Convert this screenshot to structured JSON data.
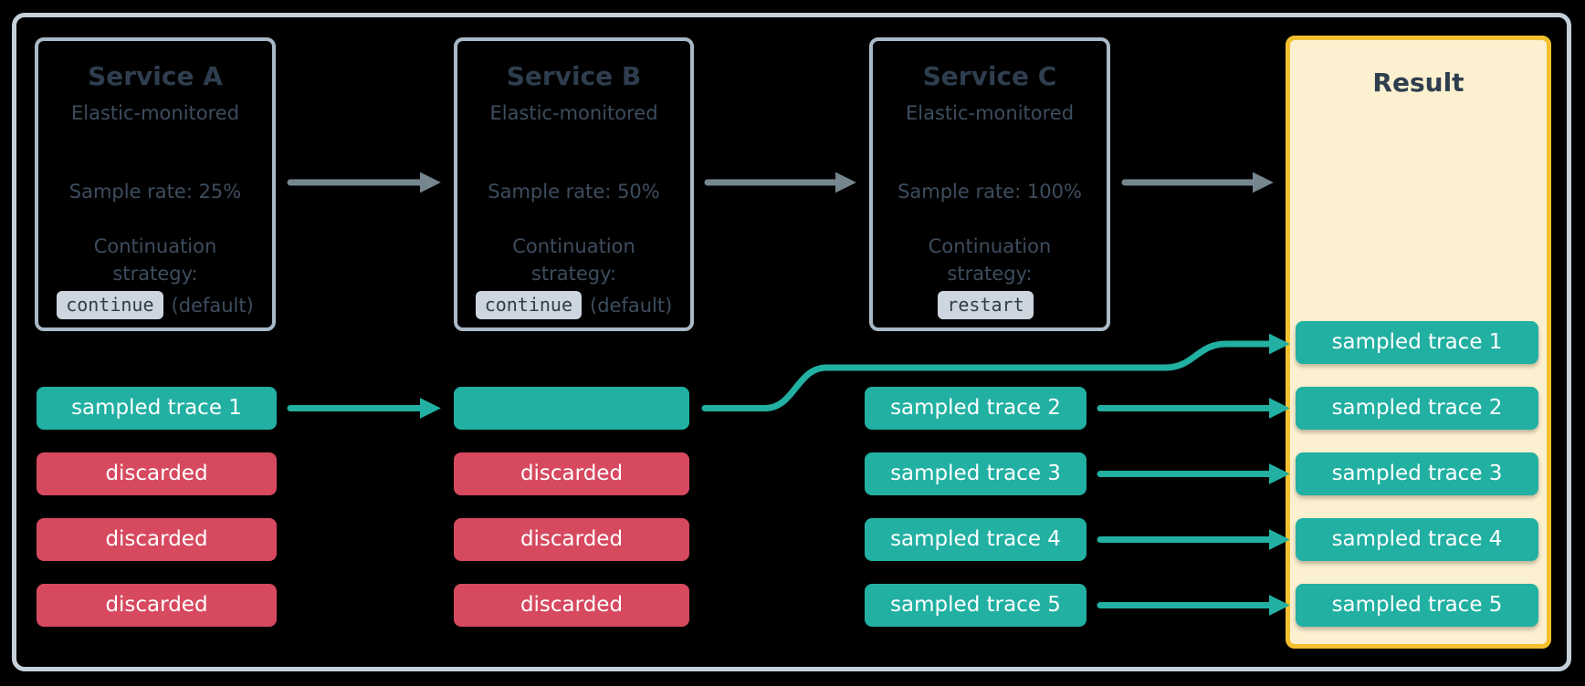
{
  "colors": {
    "teal": "#21B0A2",
    "red": "#D6495F",
    "cream": "#FBF0CF",
    "amber": "#F3C12F",
    "box-border": "#A9B9C7",
    "outer-border": "#C5D0DA",
    "title": "#2E3E4E",
    "body": "#3D4D5E",
    "badge-bg": "#CDD6DF",
    "badge-text": "#2F3D4A",
    "arrow-gray": "#76868F",
    "chip-text": "#FFFFFF",
    "background": "#000000"
  },
  "services": [
    {
      "title": "Service A",
      "monitoring": "Elastic-monitored",
      "sample_rate": "Sample rate: 25%",
      "strategy_label_line1": "Continuation",
      "strategy_label_line2": "strategy:",
      "strategy_value": "continue",
      "strategy_suffix": "(default)"
    },
    {
      "title": "Service B",
      "monitoring": "Elastic-monitored",
      "sample_rate": "Sample rate: 50%",
      "strategy_label_line1": "Continuation",
      "strategy_label_line2": "strategy:",
      "strategy_value": "continue",
      "strategy_suffix": "(default)"
    },
    {
      "title": "Service C",
      "monitoring": "Elastic-monitored",
      "sample_rate": "Sample rate: 100%",
      "strategy_label_line1": "Continuation",
      "strategy_label_line2": "strategy:",
      "strategy_value": "restart",
      "strategy_suffix": ""
    }
  ],
  "result": {
    "title": "Result",
    "traces": [
      "sampled trace 1",
      "sampled trace 2",
      "sampled trace 3",
      "sampled trace 4",
      "sampled trace 5"
    ]
  },
  "trace_columns": {
    "service_a": [
      {
        "label": "sampled trace 1",
        "type": "sampled"
      },
      {
        "label": "discarded",
        "type": "discarded"
      },
      {
        "label": "discarded",
        "type": "discarded"
      },
      {
        "label": "discarded",
        "type": "discarded"
      }
    ],
    "service_b": [
      {
        "label": "",
        "type": "sampled"
      },
      {
        "label": "discarded",
        "type": "discarded"
      },
      {
        "label": "discarded",
        "type": "discarded"
      },
      {
        "label": "discarded",
        "type": "discarded"
      }
    ],
    "service_c": [
      {
        "label": "sampled trace 2",
        "type": "sampled"
      },
      {
        "label": "sampled trace 3",
        "type": "sampled"
      },
      {
        "label": "sampled trace 4",
        "type": "sampled"
      },
      {
        "label": "sampled trace 5",
        "type": "sampled"
      }
    ]
  }
}
